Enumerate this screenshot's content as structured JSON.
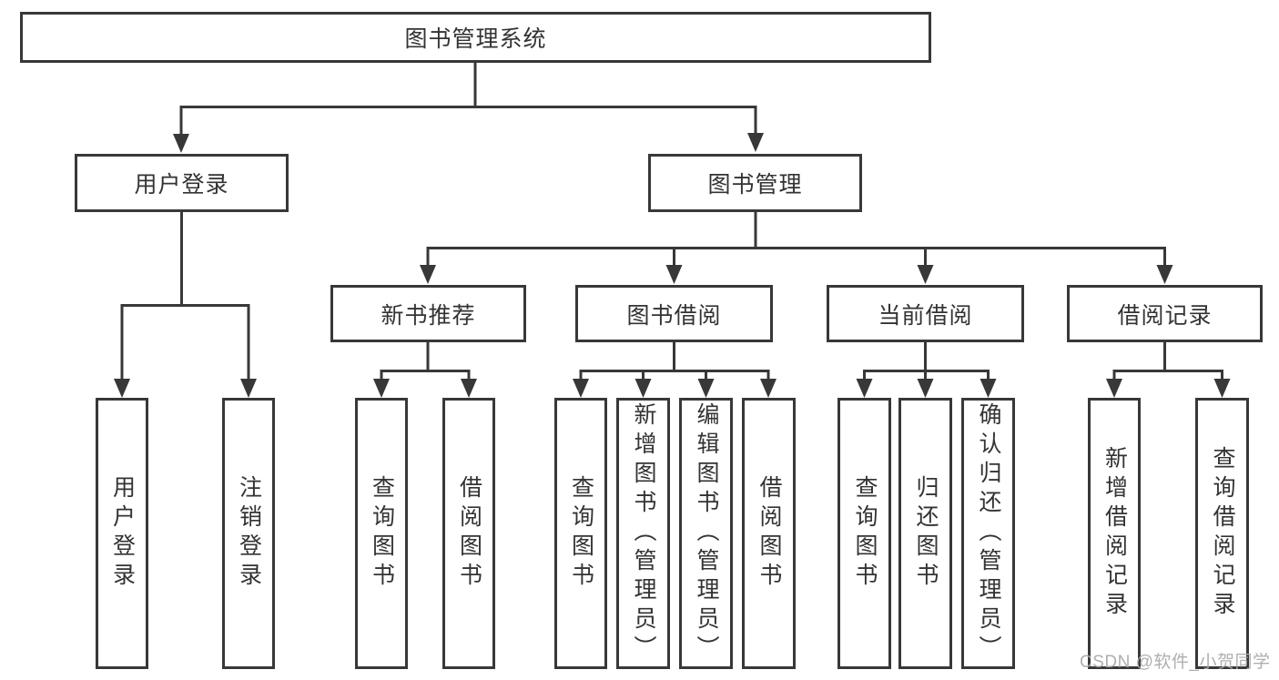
{
  "diagram": {
    "root": {
      "label": "图书管理系统"
    },
    "branches": [
      {
        "label": "用户登录",
        "children": [
          {
            "label": "用户登录"
          },
          {
            "label": "注销登录"
          }
        ]
      },
      {
        "label": "图书管理",
        "groups": [
          {
            "label": "新书推荐",
            "children": [
              {
                "label": "查询图书"
              },
              {
                "label": "借阅图书"
              }
            ]
          },
          {
            "label": "图书借阅",
            "children": [
              {
                "label": "查询图书"
              },
              {
                "label": "新增图书（管理员）"
              },
              {
                "label": "编辑图书（管理员）"
              },
              {
                "label": "借阅图书"
              }
            ]
          },
          {
            "label": "当前借阅",
            "children": [
              {
                "label": "查询图书"
              },
              {
                "label": "归还图书"
              },
              {
                "label": "确认归还（管理员）"
              }
            ]
          },
          {
            "label": "借阅记录",
            "children": [
              {
                "label": "新增借阅记录"
              },
              {
                "label": "查询借阅记录"
              }
            ]
          }
        ]
      }
    ]
  },
  "watermark": {
    "text": "CSDN @软件_小贺同学"
  },
  "colors": {
    "line": "#383838",
    "text": "#333333",
    "background": "#ffffff",
    "watermark": "#ababab"
  }
}
